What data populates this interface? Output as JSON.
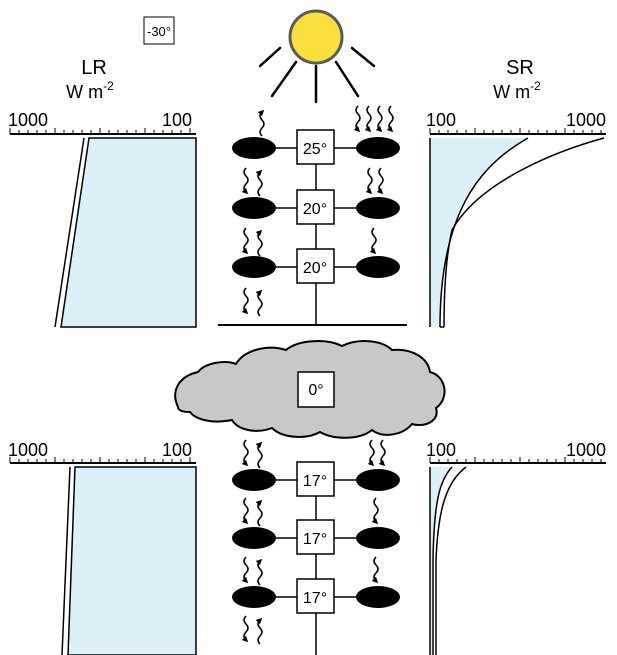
{
  "colors": {
    "sun": "#f9e03f",
    "sun_stroke": "#5a5a5a",
    "fill_blue": "#dcf0f8",
    "cloud": "#c8c8c8",
    "ink": "#000000"
  },
  "top_badge": "-30°",
  "longwave": {
    "label": "LR",
    "unit_main": "W m",
    "unit_exp": "-2",
    "axis_left": "1000",
    "axis_right": "100"
  },
  "shortwave": {
    "label": "SR",
    "unit_main": "W m",
    "unit_exp": "-2",
    "axis_left": "100",
    "axis_right": "1000"
  },
  "upper_canopy": {
    "temps": [
      "25°",
      "20°",
      "20°"
    ]
  },
  "cloud_temp": "0°",
  "lower_canopy": {
    "temps": [
      "17°",
      "17°",
      "17°"
    ]
  },
  "lower_longwave": {
    "axis_left": "1000",
    "axis_right": "100"
  },
  "lower_shortwave": {
    "axis_left": "100",
    "axis_right": "1000"
  }
}
